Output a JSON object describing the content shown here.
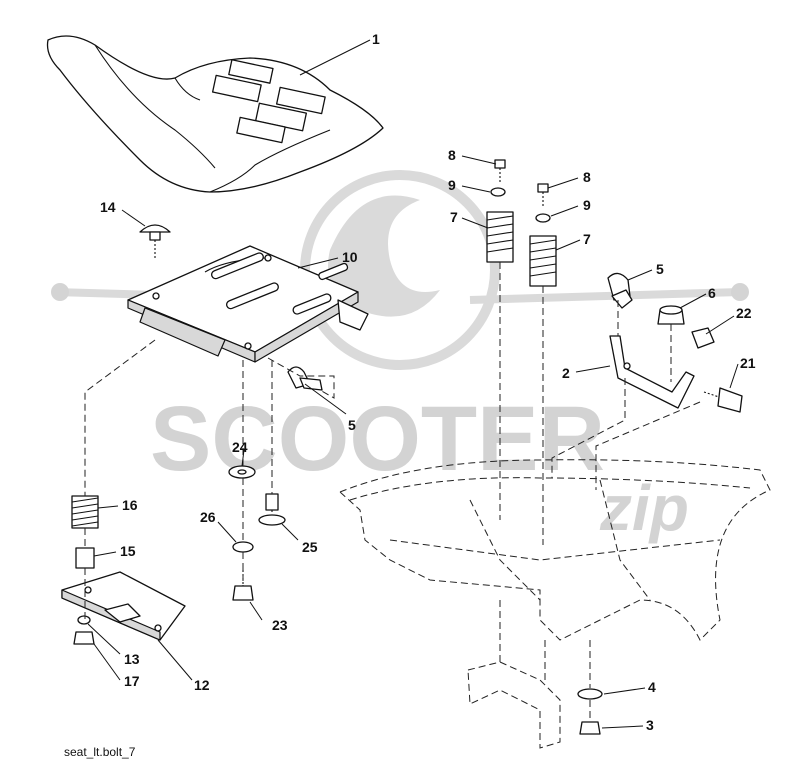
{
  "caption": "seat_lt.bolt_7",
  "watermark": {
    "line1": "SCOOTER",
    "line2": "zip",
    "color": "#c8c8c8"
  },
  "callouts": [
    {
      "id": "c1",
      "text": "1"
    },
    {
      "id": "c14",
      "text": "14"
    },
    {
      "id": "c10",
      "text": "10"
    },
    {
      "id": "c8a",
      "text": "8"
    },
    {
      "id": "c9a",
      "text": "9"
    },
    {
      "id": "c7a",
      "text": "7"
    },
    {
      "id": "c8b",
      "text": "8"
    },
    {
      "id": "c9b",
      "text": "9"
    },
    {
      "id": "c7b",
      "text": "7"
    },
    {
      "id": "c5a",
      "text": "5"
    },
    {
      "id": "c6",
      "text": "6"
    },
    {
      "id": "c22",
      "text": "22"
    },
    {
      "id": "c2",
      "text": "2"
    },
    {
      "id": "c21",
      "text": "21"
    },
    {
      "id": "c5b",
      "text": "5"
    },
    {
      "id": "c24",
      "text": "24"
    },
    {
      "id": "c16",
      "text": "16"
    },
    {
      "id": "c15",
      "text": "15"
    },
    {
      "id": "c26",
      "text": "26"
    },
    {
      "id": "c25",
      "text": "25"
    },
    {
      "id": "c23",
      "text": "23"
    },
    {
      "id": "c13",
      "text": "13"
    },
    {
      "id": "c12",
      "text": "12"
    },
    {
      "id": "c17",
      "text": "17"
    },
    {
      "id": "c4",
      "text": "4"
    },
    {
      "id": "c3",
      "text": "3"
    }
  ]
}
